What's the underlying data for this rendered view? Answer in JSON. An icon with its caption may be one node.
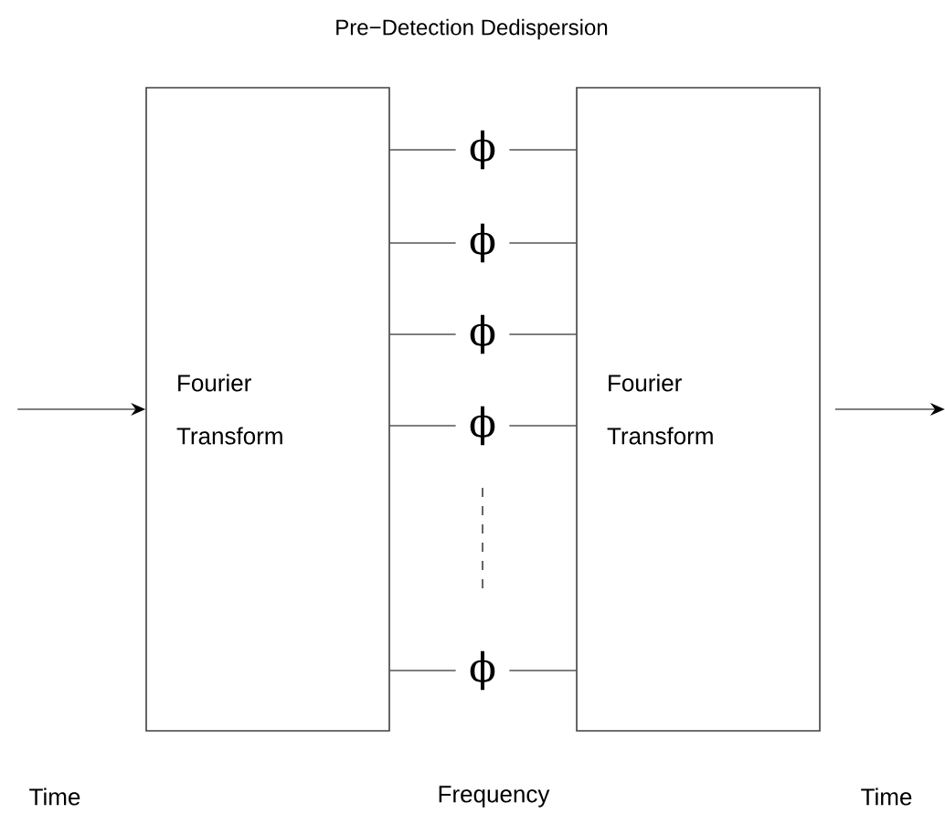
{
  "diagram": {
    "title": "Pre−Detection Dedispersion",
    "nodes": [
      {
        "text": [
          "Fourier Transform"
        ]
      },
      {
        "text": [
          "Fourier Transform"
        ]
      },
      {
        "text": [
          "ϕ"
        ]
      },
      {
        "text": [
          "ϕ"
        ]
      },
      {
        "text": [
          "ϕ"
        ]
      },
      {
        "text": [
          "ϕ"
        ]
      },
      {
        "text": [
          "ϕ"
        ]
      }
    ],
    "edges": [
      {
        "from": null,
        "to": 0,
        "arrow": "to"
      },
      {
        "from": 1,
        "to": null,
        "arrow": "to"
      },
      {
        "from": 0,
        "to": 2,
        "arrow": "none"
      },
      {
        "from": 2,
        "to": 1,
        "arrow": "none"
      },
      {
        "from": 0,
        "to": 3,
        "arrow": "none"
      },
      {
        "from": 3,
        "to": 1,
        "arrow": "none"
      },
      {
        "from": 0,
        "to": 4,
        "arrow": "none"
      },
      {
        "from": 4,
        "to": 1,
        "arrow": "none"
      },
      {
        "from": 0,
        "to": 5,
        "arrow": "none"
      },
      {
        "from": 5,
        "to": 1,
        "arrow": "none"
      },
      {
        "from": 0,
        "to": 6,
        "arrow": "none"
      },
      {
        "from": 6,
        "to": 1,
        "arrow": "none"
      }
    ],
    "labels": [
      "Time",
      "Frequency",
      "Time"
    ]
  }
}
